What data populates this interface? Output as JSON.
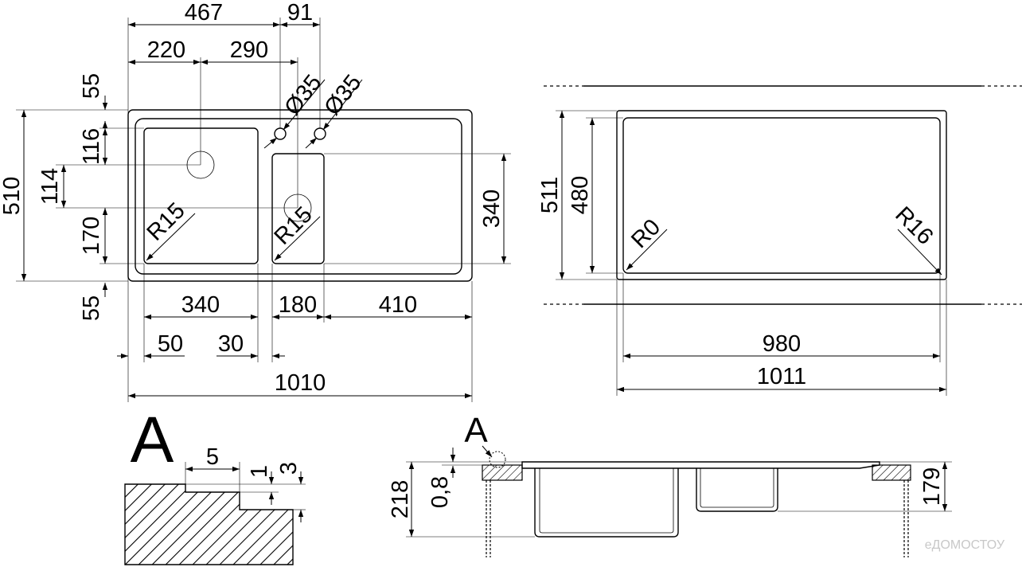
{
  "plan_view": {
    "overall_width": "1010",
    "overall_depth": "510",
    "width_467": "467",
    "offset_91": "91",
    "offset_220": "220",
    "spacing_290": "290",
    "hole_left": "Ø35",
    "hole_right": "Ø35",
    "margin_top": "55",
    "offset_116": "116",
    "offset_114": "114",
    "offset_170": "170",
    "margin_bottom": "55",
    "drainer_depth": "340",
    "bowl_large_width": "340",
    "bowl_small_width": "180",
    "drainer_width": "410",
    "edge_50": "50",
    "gap_30": "30",
    "radius_large": "R15",
    "radius_small": "R15"
  },
  "cutout_view": {
    "outer_depth": "511",
    "inner_depth": "480",
    "inner_width": "980",
    "outer_width": "1011",
    "radius_left": "R0",
    "radius_right": "R16"
  },
  "detail_a": {
    "label": "A",
    "dim_5": "5",
    "dim_1": "1",
    "dim_3": "3"
  },
  "section_view": {
    "label": "A",
    "total_depth": "218",
    "rim_thickness": "0,8",
    "small_bowl_depth": "179"
  },
  "watermark": "еДОМОСТОУ"
}
